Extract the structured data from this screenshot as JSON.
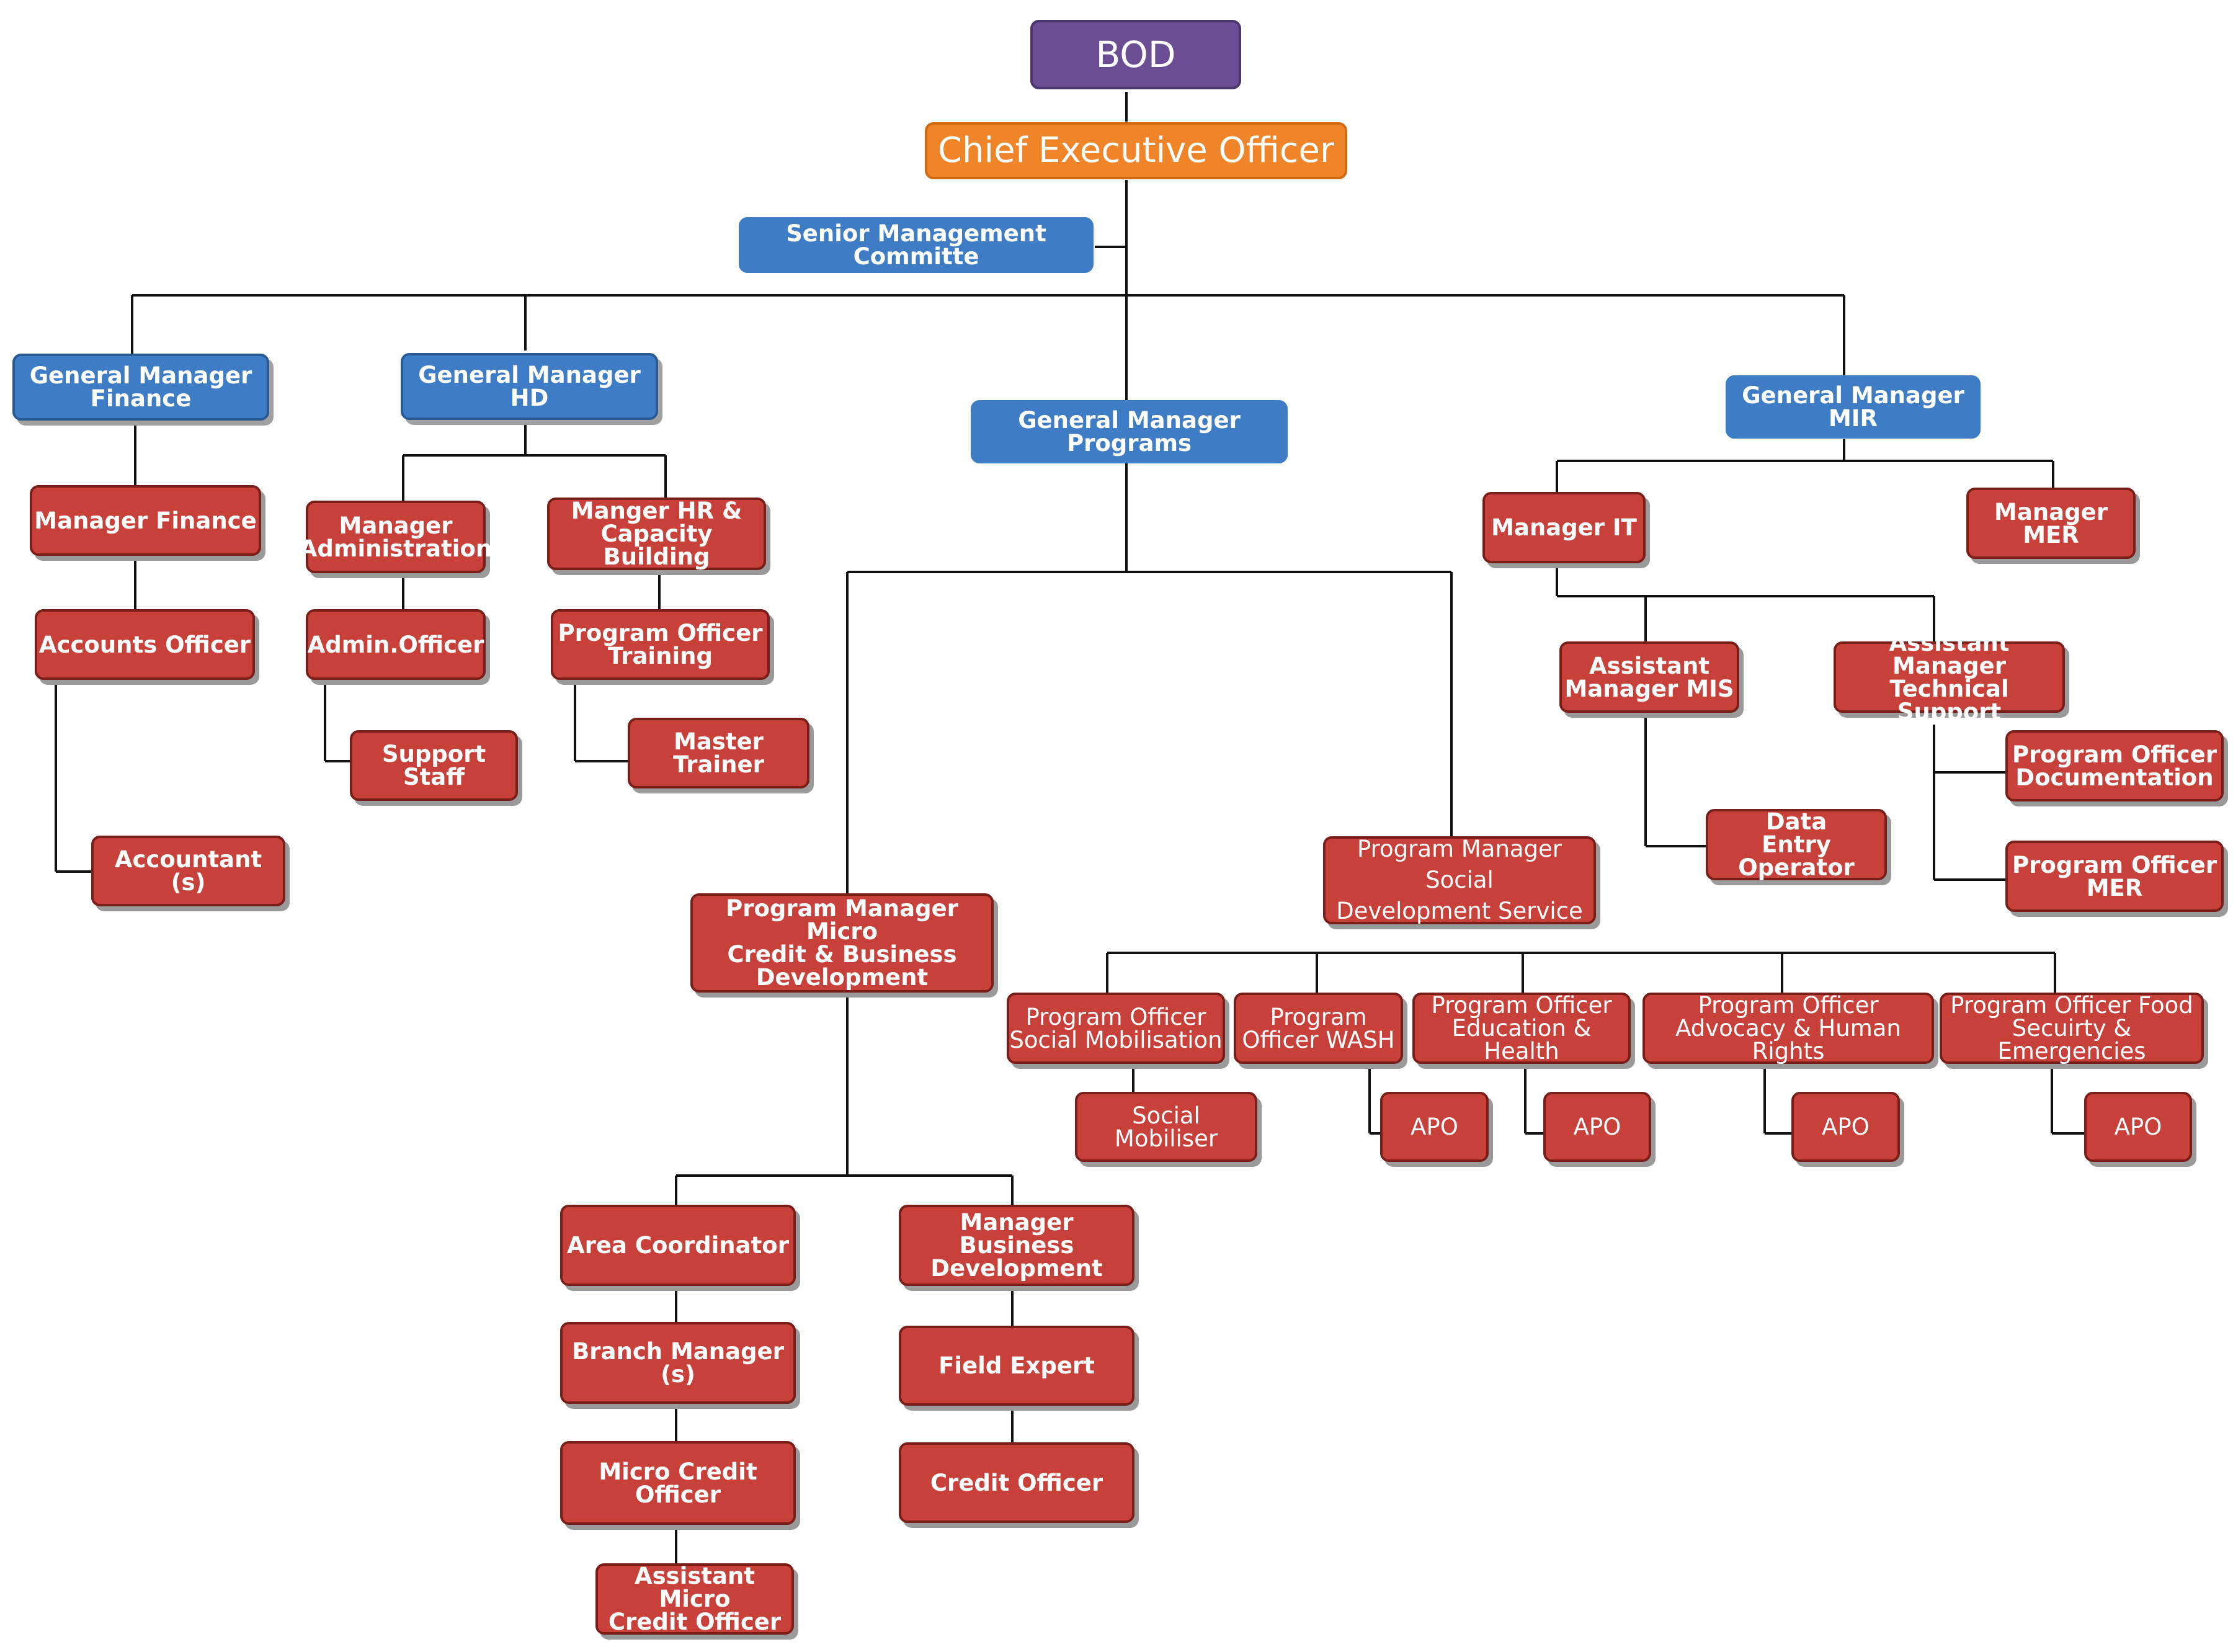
{
  "org_chart": {
    "bod": "BOD",
    "ceo": "Chief Executive Officer",
    "smc": "Senior Management Committe",
    "gm_finance": "General Manager\nFinance",
    "gm_hd": "General Manager HD",
    "gm_programs": "General Manager Programs",
    "gm_mir": "General Manager MIR",
    "manager_finance": "Manager Finance",
    "accounts_officer": "Accounts Officer",
    "accountants": "Accountant (s)",
    "manager_admin": "Manager\nAdministration",
    "admin_officer": "Admin.Officer",
    "support_staff": "Support Staff",
    "manager_hr": "Manger HR &\nCapacity Building",
    "po_training": "Program Officer\nTraining",
    "master_trainer": "Master Trainer",
    "manager_it": "Manager IT",
    "manager_mer": "Manager MER",
    "am_mis": "Assistant\nManager MIS",
    "data_entry": "Data\nEntry Operator",
    "am_tech": "Assistant Manager\nTechnical Support",
    "po_documentation": "Program Officer\nDocumentation",
    "po_mer": "Program Officer\nMER",
    "pm_micro": "Program Manager Micro\nCredit & Business\nDevelopment",
    "pm_social": "Program Manager  Social\nDevelopment Service",
    "area_coordinator": "Area Coordinator",
    "branch_manager": "Branch Manager (s)",
    "micro_credit_officer": "Micro Credit Officer",
    "asst_micro_credit": "Assistant Micro\nCredit Officer",
    "manager_bd": "Manager Business\nDevelopment",
    "field_expert": "Field Expert",
    "credit_officer": "Credit Officer",
    "po_social_mob": "Program Officer\nSocial Mobilisation",
    "social_mobiliser": "Social Mobiliser",
    "po_wash": "Program\nOfficer WASH",
    "apo_wash": "APO",
    "po_edu": "Program Officer\nEducation & Health",
    "apo_edu": "APO",
    "po_advocacy": "Program Officer\nAdvocacy & Human Rights",
    "apo_advocacy": "APO",
    "po_food": "Program Officer Food\nSecuirty & Emergencies",
    "apo_food": "APO"
  },
  "colors": {
    "red": "#c8403a",
    "blue": "#3f7cc6",
    "purple": "#6b4d93",
    "orange": "#f08428",
    "connector": "#111111"
  }
}
